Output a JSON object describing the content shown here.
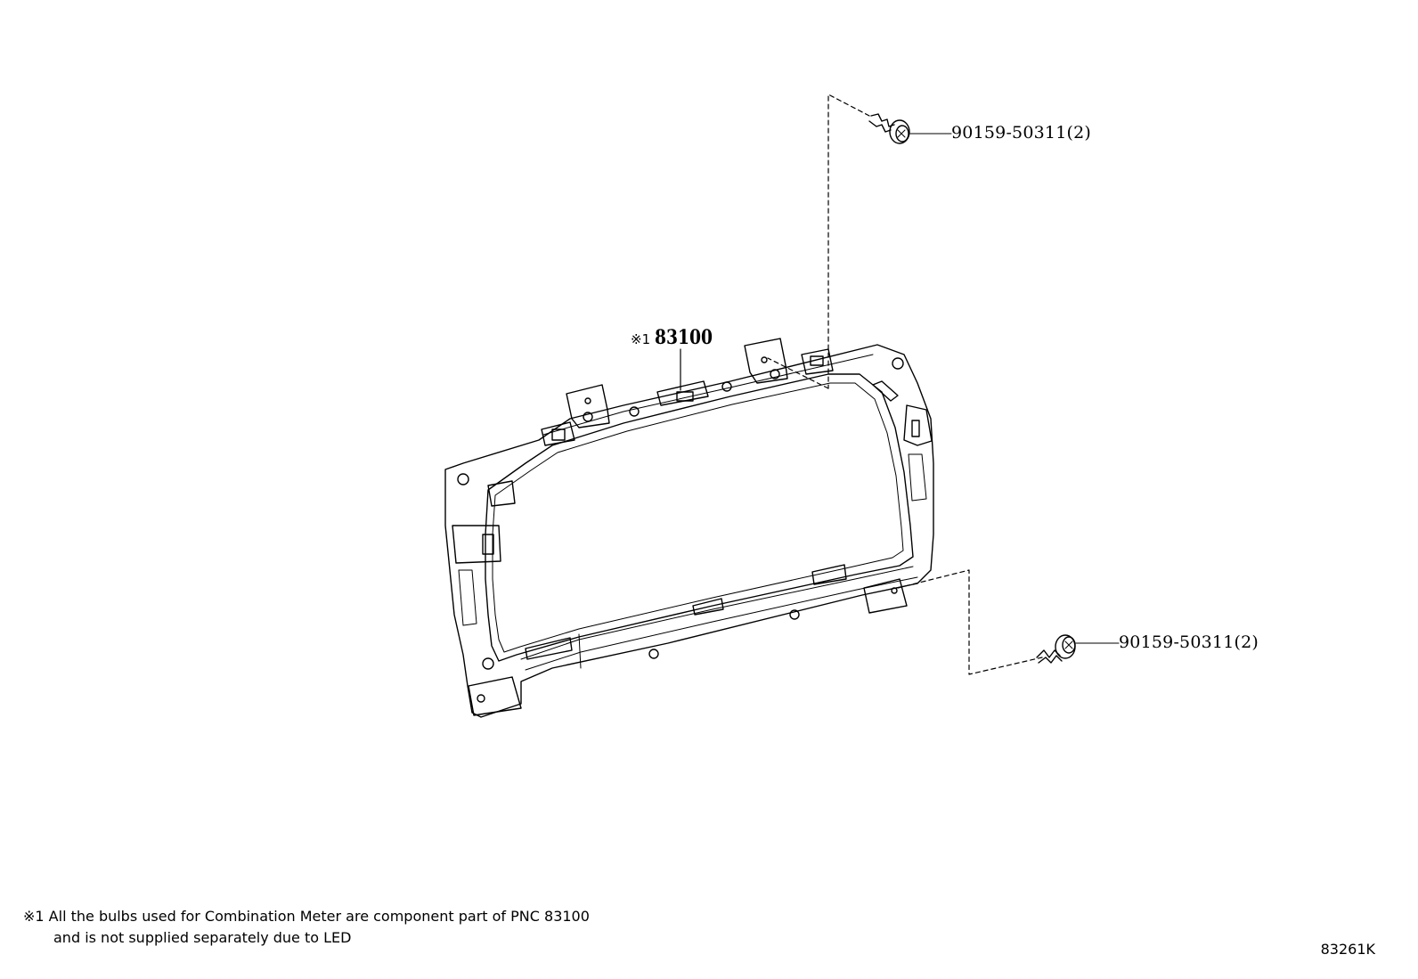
{
  "callouts": {
    "main_part": {
      "mark": "※1",
      "number": "83100"
    },
    "screw_top": {
      "part_number": "90159-50311(2)"
    },
    "screw_bottom": {
      "part_number": "90159-50311(2)"
    }
  },
  "footnote": {
    "line1": "※1 All the bulbs used for Combination Meter are component part of PNC 83100",
    "line2": "and is not supplied separately due to LED"
  },
  "diagram_code": "83261K",
  "colors": {
    "line": "#000000",
    "background": "#ffffff"
  }
}
